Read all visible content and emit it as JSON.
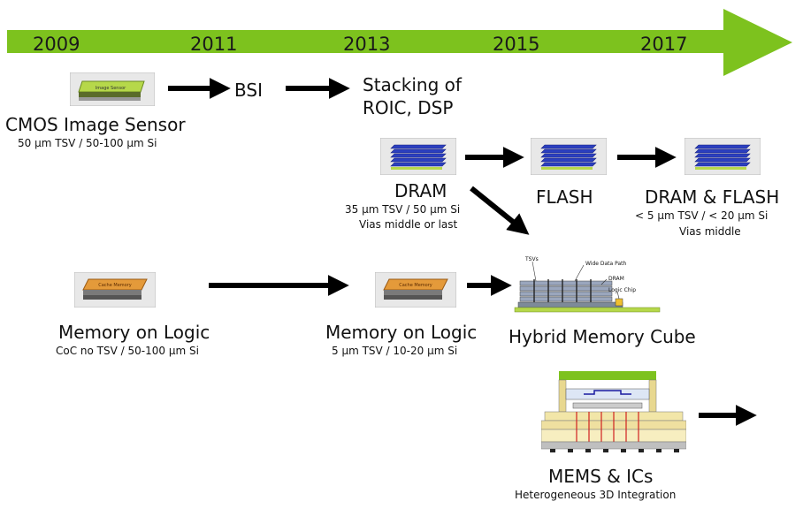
{
  "timeline": {
    "years": [
      "2009",
      "2011",
      "2013",
      "2015",
      "2017"
    ],
    "bar_color": "#7dc21e"
  },
  "cmos": {
    "title": "CMOS Image Sensor",
    "sub": "50 µm TSV / 50-100 µm Si",
    "chip_text": "Image Sensor"
  },
  "bsi": {
    "label": "BSI"
  },
  "stacking": {
    "line1": "Stacking of",
    "line2": "ROIC, DSP"
  },
  "dram": {
    "title": "DRAM",
    "sub1": "35 µm TSV / 50 µm Si",
    "sub2": "Vias middle or last"
  },
  "flash": {
    "title": "FLASH"
  },
  "dram_flash": {
    "title": "DRAM & FLASH",
    "sub1": "< 5 µm TSV / < 20 µm Si",
    "sub2": "Vias middle"
  },
  "mol1": {
    "title": "Memory on Logic",
    "sub": "CoC no TSV / 50-100 µm Si",
    "chip_text": "Cache Memory"
  },
  "mol2": {
    "title": "Memory on Logic",
    "sub": "5 µm TSV / 10-20 µm Si",
    "chip_text": "Cache Memory"
  },
  "hmc": {
    "title": "Hybrid Memory Cube",
    "label_tsvs": "TSVs",
    "label_wdp": "Wide Data Path",
    "label_dram": "DRAM",
    "label_logic": "Logic Chip"
  },
  "mems": {
    "title": "MEMS & ICs",
    "sub": "Heterogeneous 3D Integration"
  },
  "colors": {
    "arrow": "#000000",
    "chip_orange": "#e49a3a",
    "chip_green": "#b6d84a",
    "chip_blue": "#2b3fbf",
    "panel_bg": "#e8e8e8"
  }
}
